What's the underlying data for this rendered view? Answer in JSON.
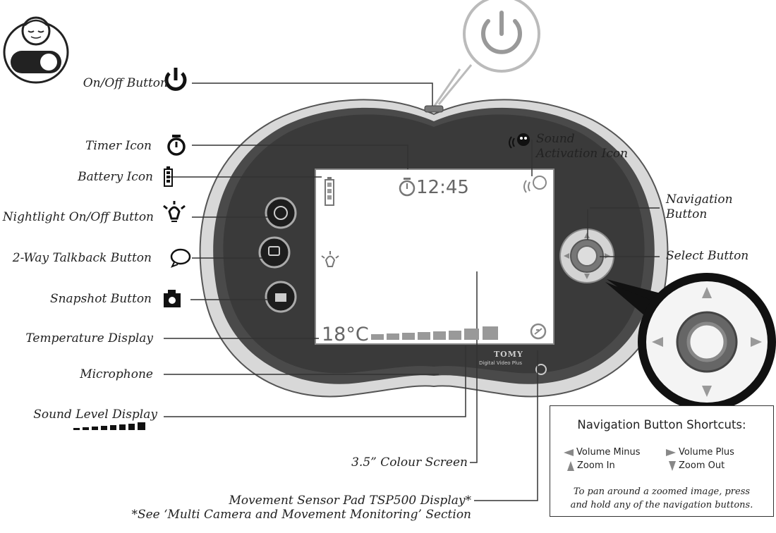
{
  "labels": {
    "on_off": "On/Off Button",
    "timer": "Timer Icon",
    "battery": "Battery Icon",
    "nightlight": "Nightlight On/Off Button",
    "talkback": "2-Way Talkback Button",
    "snapshot": "Snapshot Button",
    "temperature": "Temperature Display",
    "microphone": "Microphone",
    "sound_level": "Sound Level Display",
    "sound_activation_line1": "Sound",
    "sound_activation_line2": "Activation Icon",
    "navigation_line1": "Navigation",
    "navigation_line2": "Button",
    "select": "Select Button",
    "colour_screen": "3.5” Colour Screen",
    "movement_line1": "Movement Sensor Pad TSP500 Display*",
    "movement_line2": "*See ‘Multi Camera and Movement Monitoring’ Section"
  },
  "screen": {
    "time": "12:45",
    "temperature": "18°C"
  },
  "device": {
    "brand": "TOMY",
    "model": "Digital Video Plus"
  },
  "shortcuts": {
    "title": "Navigation Button Shortcuts:",
    "volume_minus": "Volume Minus",
    "volume_plus": "Volume Plus",
    "zoom_in": "Zoom In",
    "zoom_out": "Zoom Out",
    "note_line1": "To pan around a zoomed image, press",
    "note_line2": "and hold any of the navigation buttons."
  }
}
